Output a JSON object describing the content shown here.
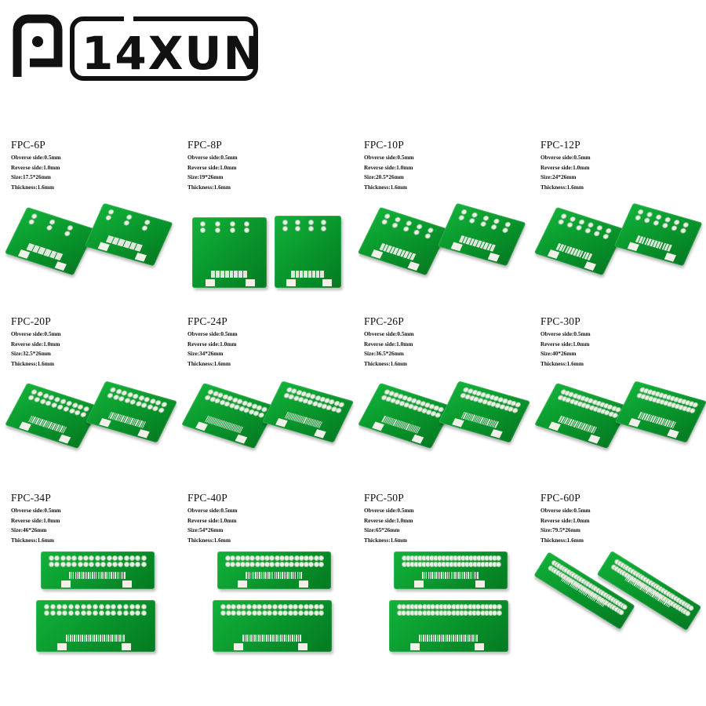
{
  "logo": {
    "text": "14XUN",
    "icon": "e-logo-icon"
  },
  "colors": {
    "board": "#0a9a2a",
    "pad": "#f1f1ea",
    "text": "#111111"
  },
  "products": [
    {
      "title": "FPC-6P",
      "obverse": "Obverse side:0.5mm",
      "reverse": "Reverse side:1.0mm",
      "size": "Size:17.5*26mm",
      "thickness": "Thickness:1.6mm"
    },
    {
      "title": "FPC-8P",
      "obverse": "Obverse side:0.5mm",
      "reverse": "Reverse side:1.0mm",
      "size": "Size:19*26mm",
      "thickness": "Thickness:1.6mm"
    },
    {
      "title": "FPC-10P",
      "obverse": "Obverse side:0.5mm",
      "reverse": "Reverse side:1.0mm",
      "size": "Size:20.5*26mm",
      "thickness": "Thickness:1.6mm"
    },
    {
      "title": "FPC-12P",
      "obverse": "Obverse side:0.5mm",
      "reverse": "Reverse side:1.0mm",
      "size": "Size:24*26mm",
      "thickness": "Thickness:1.6mm"
    },
    {
      "title": "FPC-20P",
      "obverse": "Obverse side:0.5mm",
      "reverse": "Reverse side:1.0mm",
      "size": "Size:32.5*26mm",
      "thickness": "Thickness:1.6mm"
    },
    {
      "title": "FPC-24P",
      "obverse": "Obverse side:0.5mm",
      "reverse": "Reverse side:1.0mm",
      "size": "Size:34*26mm",
      "thickness": "Thickness:1.6mm"
    },
    {
      "title": "FPC-26P",
      "obverse": "Obverse side:0.5mm",
      "reverse": "Reverse side:1.0mm",
      "size": "Size:36.5*26mm",
      "thickness": "Thickness:1.6mm"
    },
    {
      "title": "FPC-30P",
      "obverse": "Obverse side:0.5mm",
      "reverse": "Reverse side:1.0mm",
      "size": "Size:40*26mm",
      "thickness": "Thickness:1.6mm"
    },
    {
      "title": "FPC-34P",
      "obverse": "Obverse side:0.5mm",
      "reverse": "Reverse side:1.0mm",
      "size": "Size:46*26mm",
      "thickness": "Thickness:1.6mm"
    },
    {
      "title": "FPC-40P",
      "obverse": "Obverse side:0.5mm",
      "reverse": "Reverse side:1.0mm",
      "size": "Size:54*26mm",
      "thickness": "Thickness:1.6mm"
    },
    {
      "title": "FPC-50P",
      "obverse": "Obverse side:0.5mm",
      "reverse": "Reverse side:1.0mm",
      "size": "Size:65*26mm",
      "thickness": "Thickness:1.6mm"
    },
    {
      "title": "FPC-60P",
      "obverse": "Obverse side:0.5mm",
      "reverse": "Reverse side:1.0mm",
      "size": "Size:79.5*26mm",
      "thickness": "Thickness:1.6mm"
    }
  ]
}
